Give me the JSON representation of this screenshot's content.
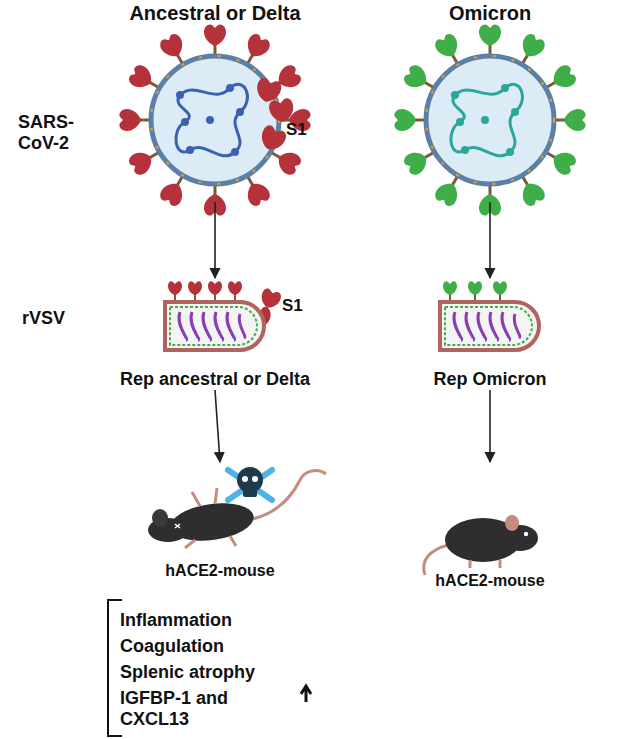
{
  "diagram": {
    "nodes": [
      {
        "text": [
          "Ancestral or Delta"
        ]
      },
      {
        "text": [
          "Rep ancestral or Delta"
        ]
      },
      {
        "text": [
          "hACE2-mouse"
        ]
      },
      {
        "text": [
          "Omicron"
        ]
      },
      {
        "text": [
          "Rep Omicron"
        ]
      },
      {
        "text": [
          "hACE2-mouse"
        ]
      }
    ],
    "edges": [
      {
        "from": 0,
        "to": 1,
        "arrow": "to"
      },
      {
        "from": 1,
        "to": 2,
        "arrow": "to"
      },
      {
        "from": 3,
        "to": 4,
        "arrow": "to"
      },
      {
        "from": 4,
        "to": 5,
        "arrow": "to"
      }
    ],
    "labels": [
      "SARS-CoV-2",
      "S1",
      "rVSV",
      "S1",
      "Inflammation",
      "Coagulation",
      "Splenic atrophy",
      "IGFBP-1 and CXCL13"
    ]
  }
}
